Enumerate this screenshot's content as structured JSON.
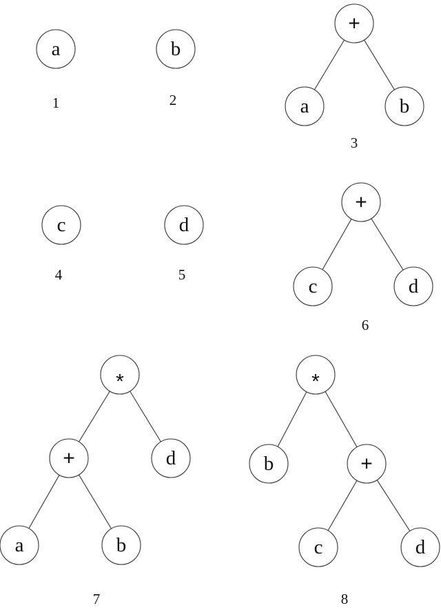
{
  "trees": [
    {
      "caption": "1",
      "nodes": [
        {
          "id": "a",
          "label": "a"
        }
      ],
      "edges": []
    },
    {
      "caption": "2",
      "nodes": [
        {
          "id": "b",
          "label": "b"
        }
      ],
      "edges": []
    },
    {
      "caption": "3",
      "nodes": [
        {
          "id": "plus",
          "label": "+"
        },
        {
          "id": "a",
          "label": "a"
        },
        {
          "id": "b",
          "label": "b"
        }
      ],
      "edges": [
        [
          "plus",
          "a"
        ],
        [
          "plus",
          "b"
        ]
      ]
    },
    {
      "caption": "4",
      "nodes": [
        {
          "id": "c",
          "label": "c"
        }
      ],
      "edges": []
    },
    {
      "caption": "5",
      "nodes": [
        {
          "id": "d",
          "label": "d"
        }
      ],
      "edges": []
    },
    {
      "caption": "6",
      "nodes": [
        {
          "id": "plus",
          "label": "+"
        },
        {
          "id": "c",
          "label": "c"
        },
        {
          "id": "d",
          "label": "d"
        }
      ],
      "edges": [
        [
          "plus",
          "c"
        ],
        [
          "plus",
          "d"
        ]
      ]
    },
    {
      "caption": "7",
      "nodes": [
        {
          "id": "times",
          "label": "*"
        },
        {
          "id": "plus",
          "label": "+"
        },
        {
          "id": "d",
          "label": "d"
        },
        {
          "id": "a",
          "label": "a"
        },
        {
          "id": "b",
          "label": "b"
        }
      ],
      "edges": [
        [
          "times",
          "plus"
        ],
        [
          "times",
          "d"
        ],
        [
          "plus",
          "a"
        ],
        [
          "plus",
          "b"
        ]
      ]
    },
    {
      "caption": "8",
      "nodes": [
        {
          "id": "times",
          "label": "*"
        },
        {
          "id": "b",
          "label": "b"
        },
        {
          "id": "plus",
          "label": "+"
        },
        {
          "id": "c",
          "label": "c"
        },
        {
          "id": "d",
          "label": "d"
        }
      ],
      "edges": [
        [
          "times",
          "b"
        ],
        [
          "times",
          "plus"
        ],
        [
          "plus",
          "c"
        ],
        [
          "plus",
          "d"
        ]
      ]
    }
  ]
}
